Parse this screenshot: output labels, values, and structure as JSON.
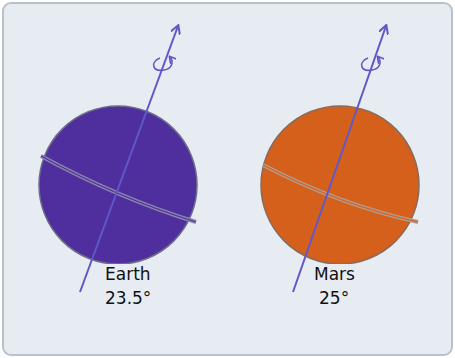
{
  "diagram": {
    "labels": [
      "Earth",
      "23.5°",
      "Mars",
      "25°"
    ]
  }
}
